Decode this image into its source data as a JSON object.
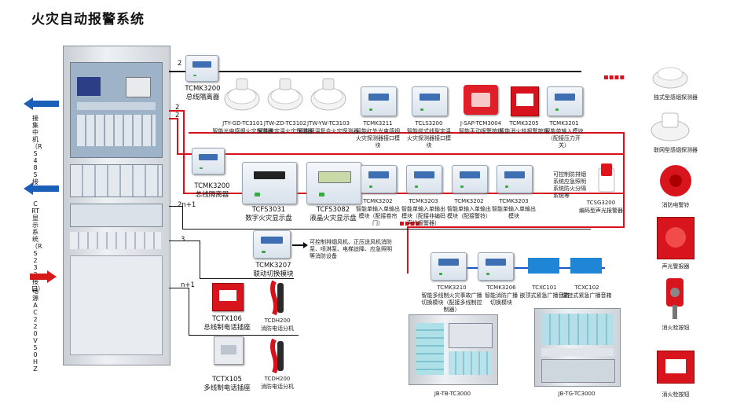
{
  "title": "火灾自动报警系统",
  "left_labels": {
    "host": "接集中机（RS485接口）",
    "crt": "CRT显示系统（RS232接口）",
    "power": "电源AC220V 50HZ"
  },
  "bus_numbers": {
    "b1": "2",
    "b2": "2",
    "b3": "2",
    "b4": "2n+1",
    "b5": "3",
    "b6": "n+1"
  },
  "isolators": {
    "top": {
      "model": "TCMK3200",
      "name": "总线隔离器"
    },
    "mid": {
      "model": "TCMK3200",
      "name": "总线隔离器"
    }
  },
  "top_row": [
    {
      "model": "JTY-GD-TC3101",
      "name": "智能光电感烟火灾探测器"
    },
    {
      "model": "JTW-ZD-TC3102",
      "name": "智能差定温火灾探测器"
    },
    {
      "model": "JTW-YW-TC3103",
      "name": "智能烟温复合火灾探测器"
    },
    {
      "model": "TCMK3211",
      "name": "智能红外光束感烟火灾探测器接口模块"
    },
    {
      "model": "TCLS3200",
      "name": "智能缆式线型定温火灾探测器接口模块"
    },
    {
      "model": "J-SAP-TCM3004",
      "name": "智能手动报警按钮"
    },
    {
      "model": "TCMK3205",
      "name": "智能消火栓报警按钮"
    },
    {
      "model": "TCMK3201",
      "name": "智能单输入模块（配接压力开关）"
    }
  ],
  "mid_row": [
    {
      "model": "TCFS3031",
      "name": "数字火灾显示盘"
    },
    {
      "model": "TCFS3082",
      "name": "液晶火灾显示盘"
    },
    {
      "model": "TCMK3202",
      "name": "智能单输入单输出模块（配接卷帘门）"
    },
    {
      "model": "TCMK3203",
      "name": "智能单输入单输出模块（配接非编码声光报警器）"
    },
    {
      "model": "TCMK3202",
      "name": "智能单输入单输出模块（配接警铃）"
    },
    {
      "model": "TCMK3203",
      "name": "智能单输入单输出模块"
    },
    {
      "model": "TCSG3200",
      "name": "编码型声光报警器"
    }
  ],
  "mid_note": "可控制防排烟系统应急照明系统防火分隔系统等",
  "linkage": {
    "model": "TCMK3207",
    "name": "联动切换模块",
    "note": "可控制排烟风机、正压送风机消防泵、喷淋泵、电梯迫降、应急照明等消防设备"
  },
  "phones": [
    {
      "model": "TCTX106",
      "name": "总线制电话插座"
    },
    {
      "model": "TCDH200",
      "name": "消防电话分机"
    },
    {
      "model": "TCTX105",
      "name": "多线制电话插座"
    },
    {
      "model": "TCDH200",
      "name": "消防电话分机"
    }
  ],
  "broadcast": [
    {
      "model": "TCMK3210",
      "name": "智能多线制火灾事故广播切换模块（配接多线制控制器）"
    },
    {
      "model": "TCMK3206",
      "name": "智能消防广播切换模块"
    },
    {
      "model": "TCXC101",
      "name": "嵌顶式紧急广播音箱"
    },
    {
      "model": "TCXC102",
      "name": "壁挂式紧急广播音箱"
    }
  ],
  "cabinets": [
    {
      "model": "JB-TB-TC3000"
    },
    {
      "model": "JB-TG-TC3000"
    }
  ],
  "right_column": [
    {
      "name": "独式型感烟探测器"
    },
    {
      "name": "联网型感烟探测器"
    },
    {
      "name": "消防电警铃"
    },
    {
      "name": "声光警报器"
    },
    {
      "name": "消火栓按钮"
    },
    {
      "name": "消火栓按钮"
    }
  ],
  "colors": {
    "bus": "#111111",
    "red_line": "#d8121c",
    "blue_line": "#1a56c4",
    "arrow_blue": "#1b5fb8",
    "arrow_red": "#d51a1a"
  }
}
